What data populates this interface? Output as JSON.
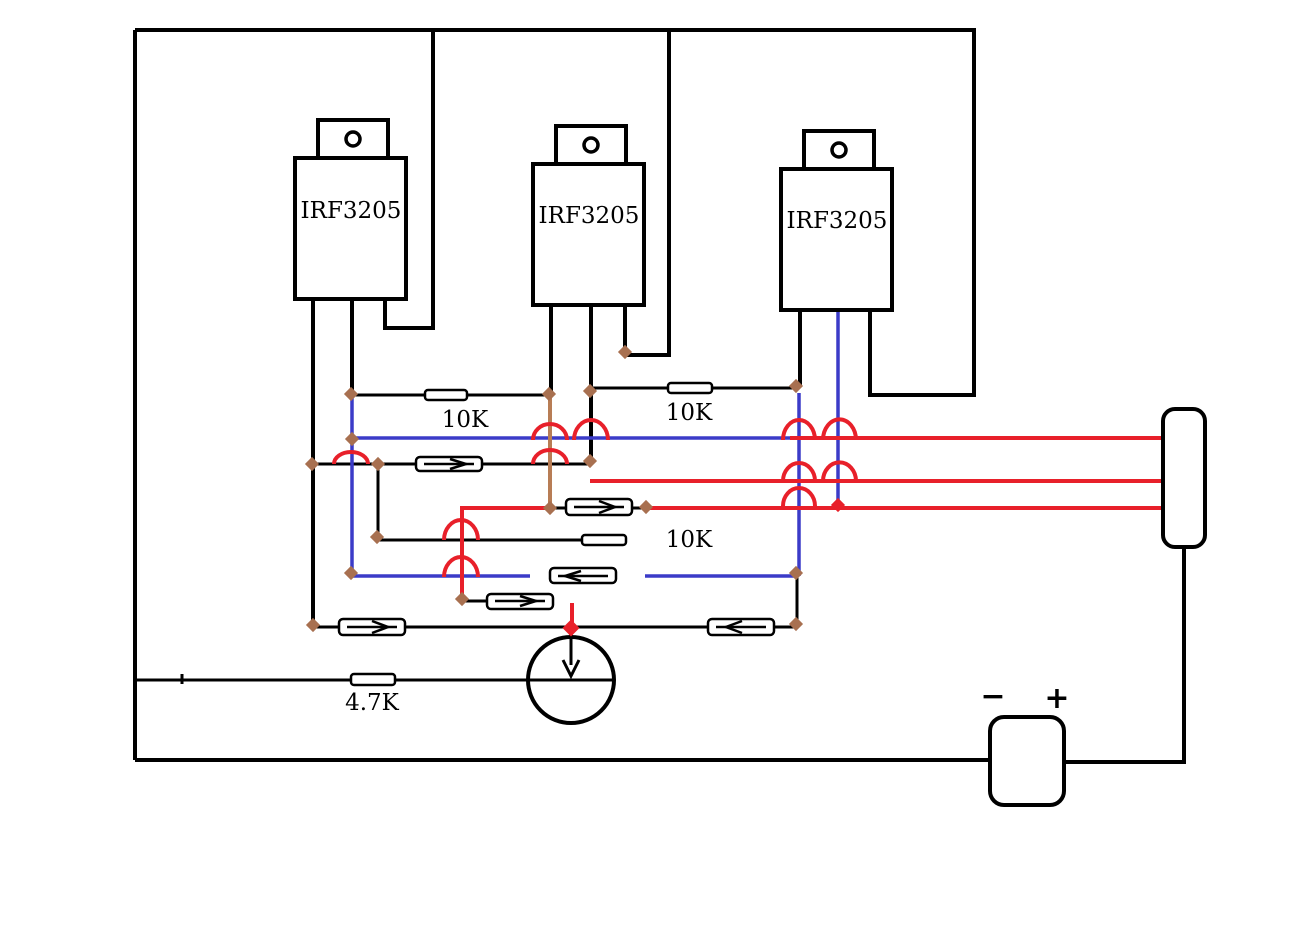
{
  "transistors": [
    {
      "label": "IRF3205"
    },
    {
      "label": "IRF3205"
    },
    {
      "label": "IRF3205"
    }
  ],
  "resistors": [
    {
      "label": "10K"
    },
    {
      "label": "10K"
    },
    {
      "label": "10K"
    },
    {
      "label": "4.7K"
    }
  ],
  "battery": {
    "minus_label": "−",
    "plus_label": "+"
  },
  "colors": {
    "wire": "#000000",
    "blue_wire": "#3b3bc8",
    "red_wire": "#e8202a",
    "brown_wire": "#b87d55",
    "junction": "#a87050",
    "red_junction": "#e8202a",
    "background": "#ffffff"
  }
}
